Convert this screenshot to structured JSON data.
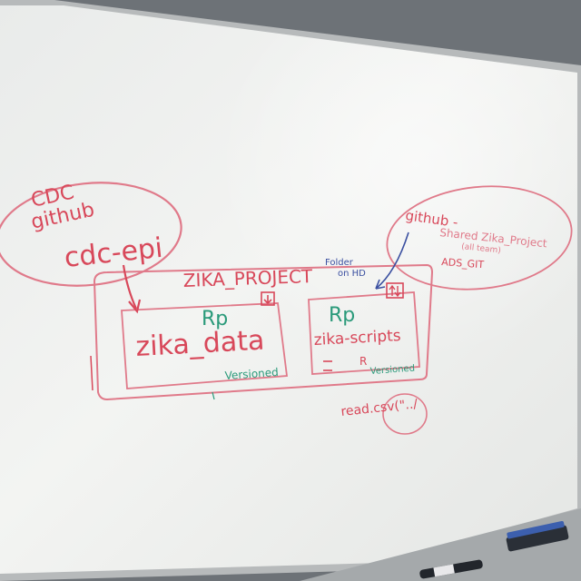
{
  "colors": {
    "ink_red": "#d8485a",
    "ink_pink": "#e07a8a",
    "ink_green": "#2a9a7a",
    "ink_blue": "#3a4fa0",
    "board": "#f1f2f0",
    "frame": "#b9bcbd"
  },
  "left_bubble": {
    "line1": "CDC",
    "line2": "github",
    "line3": "cdc-epi"
  },
  "project": {
    "title": "ZIKA_PROJECT",
    "folder_note_1": "Folder",
    "folder_note_2": "on HD"
  },
  "data_box": {
    "rp": "Rp",
    "label": "zika_data",
    "status": "Versioned",
    "sync_icon": "down-arrow-icon"
  },
  "scripts_box": {
    "rp": "Rp",
    "label": "zika-scripts",
    "file": "R",
    "status": "Versioned",
    "sync_icon": "up-down-arrow-icon"
  },
  "right_bubble": {
    "line1": "github -",
    "line2": "Shared Zika_Project",
    "line3": "(all team)",
    "line4": "ADS_GIT"
  },
  "bottom_note": "read.csv(\"../"
}
